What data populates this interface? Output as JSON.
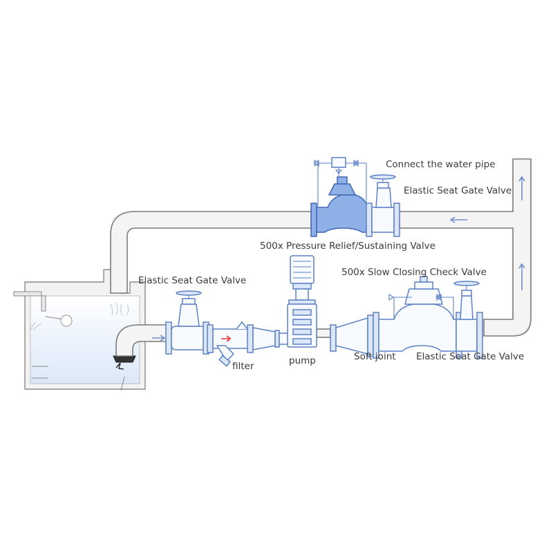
{
  "labels": {
    "connect_water_pipe": "Connect the water pipe",
    "gate_valve_top": "Elastic Seat Gate Valve",
    "pressure_relief_valve": "500x Pressure Relief/Sustaining Valve",
    "slow_closing_check_valve": "500x Slow Closing Check Valve",
    "gate_valve_inlet": "Elastic Seat Gate Valve",
    "filter": "filter",
    "pump": "pump",
    "soft_joint": "Soft joint",
    "gate_valve_outlet": "Elastic Seat Gate Valve"
  },
  "colors": {
    "valve_stroke": "#5b80c4",
    "valve_fill": "#dbe6f8",
    "pipe_stroke": "#7a7a7a",
    "water": "#e6f0fb",
    "flow_arrow": "#6f8fcc",
    "filter_arrow": "#e03030"
  }
}
